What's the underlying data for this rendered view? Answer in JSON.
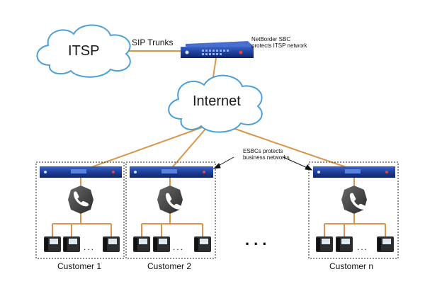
{
  "itsp_label": "ITSP",
  "internet_label": "Internet",
  "sip_trunks_label": "SIP Trunks",
  "sbc_caption_line1": "NetBorder SBC",
  "sbc_caption_line2": "protects ITSP network",
  "esbc_caption_line1": "ESBCs protects",
  "esbc_caption_line2": "business networks",
  "customers": [
    {
      "label": "Customer 1"
    },
    {
      "label": "Customer 2"
    },
    {
      "label": "Customer n"
    }
  ],
  "phone_ellipsis": "...",
  "customer_ellipsis": "...",
  "colors": {
    "link": "#d9954a",
    "cloud_stroke": "#4aa0d8",
    "device_blue": "#1e3f9a",
    "switch_dark": "#3a3a3a"
  }
}
